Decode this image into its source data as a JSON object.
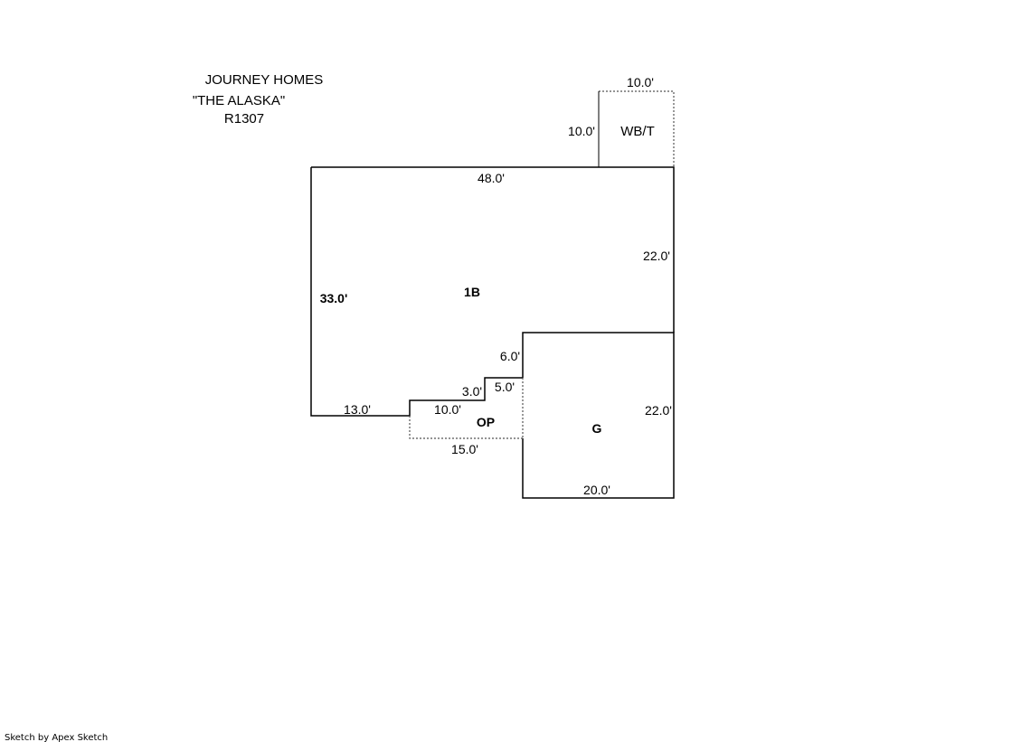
{
  "header": {
    "company": "JOURNEY HOMES",
    "model": "\"THE ALASKA\"",
    "code": "R1307"
  },
  "areas": {
    "main": {
      "label": "1B",
      "dims": {
        "top": "48.0'",
        "right": "22.0'",
        "left": "33.0'",
        "bottom": "13.0'",
        "step1": "3.0'",
        "step2": "5.0'",
        "step3": "6.0'"
      }
    },
    "porch": {
      "label": "OP",
      "dims": {
        "top": "10.0'",
        "bottom": "15.0'"
      }
    },
    "garage": {
      "label": "G",
      "dims": {
        "right": "22.0'",
        "bottom": "20.0'"
      }
    },
    "wbt": {
      "label": "WB/T",
      "dims": {
        "top": "10.0'",
        "left": "10.0'"
      }
    }
  },
  "footer": "Sketch by Apex Sketch"
}
